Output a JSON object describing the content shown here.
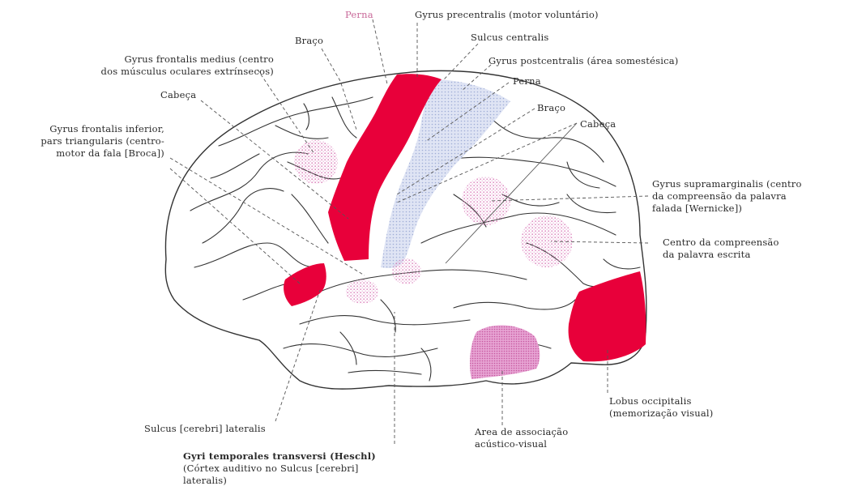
{
  "labels": {
    "perna_top": "Perna",
    "gyrus_precentralis": "Gyrus precentralis (motor voluntário)",
    "braco_top": "Braço",
    "sulcus_centralis": "Sulcus centralis",
    "gyrus_frontalis_medius_1": "Gyrus frontalis medius (centro",
    "gyrus_frontalis_medius_2": "dos músculus oculares extrínsecos)",
    "gyrus_postcentralis": "Gyrus postcentralis (área somestésica)",
    "perna_right": "Perna",
    "cabeca_left": "Cabeça",
    "braco_right": "Braço",
    "cabeca_right": "Cabeça",
    "gyrus_frontalis_inferior_1": "Gyrus frontalis inferior,",
    "gyrus_frontalis_inferior_2": "pars triangularis (centro-",
    "gyrus_frontalis_inferior_3": "motor da fala [Broca])",
    "gyrus_supramarginalis_1": "Gyrus supramarginalis (centro",
    "gyrus_supramarginalis_2": "da compreensão da palavra",
    "gyrus_supramarginalis_3": "falada [Wernicke])",
    "centro_escrita_1": "Centro da compreensão",
    "centro_escrita_2": "da palavra escrita",
    "lobus_occipitalis_1": "Lobus occipitalis",
    "lobus_occipitalis_2": "(memorização visual)",
    "sulcus_lateralis": "Sulcus [cerebri] lateralis",
    "area_associacao_1": "Area de associação",
    "area_associacao_2": "acústico-visual",
    "gyri_temporales_1": "Gyri temporales transversi (Heschl)",
    "gyri_temporales_2": "(Córtex auditivo no Sulcus [cerebri]",
    "gyri_temporales_3": "lateralis)"
  },
  "colors": {
    "motor_red": "#e8003a",
    "sensory_blue": "#c9d3ec",
    "association_pink": "#e9a9d6",
    "outline": "#333333"
  }
}
